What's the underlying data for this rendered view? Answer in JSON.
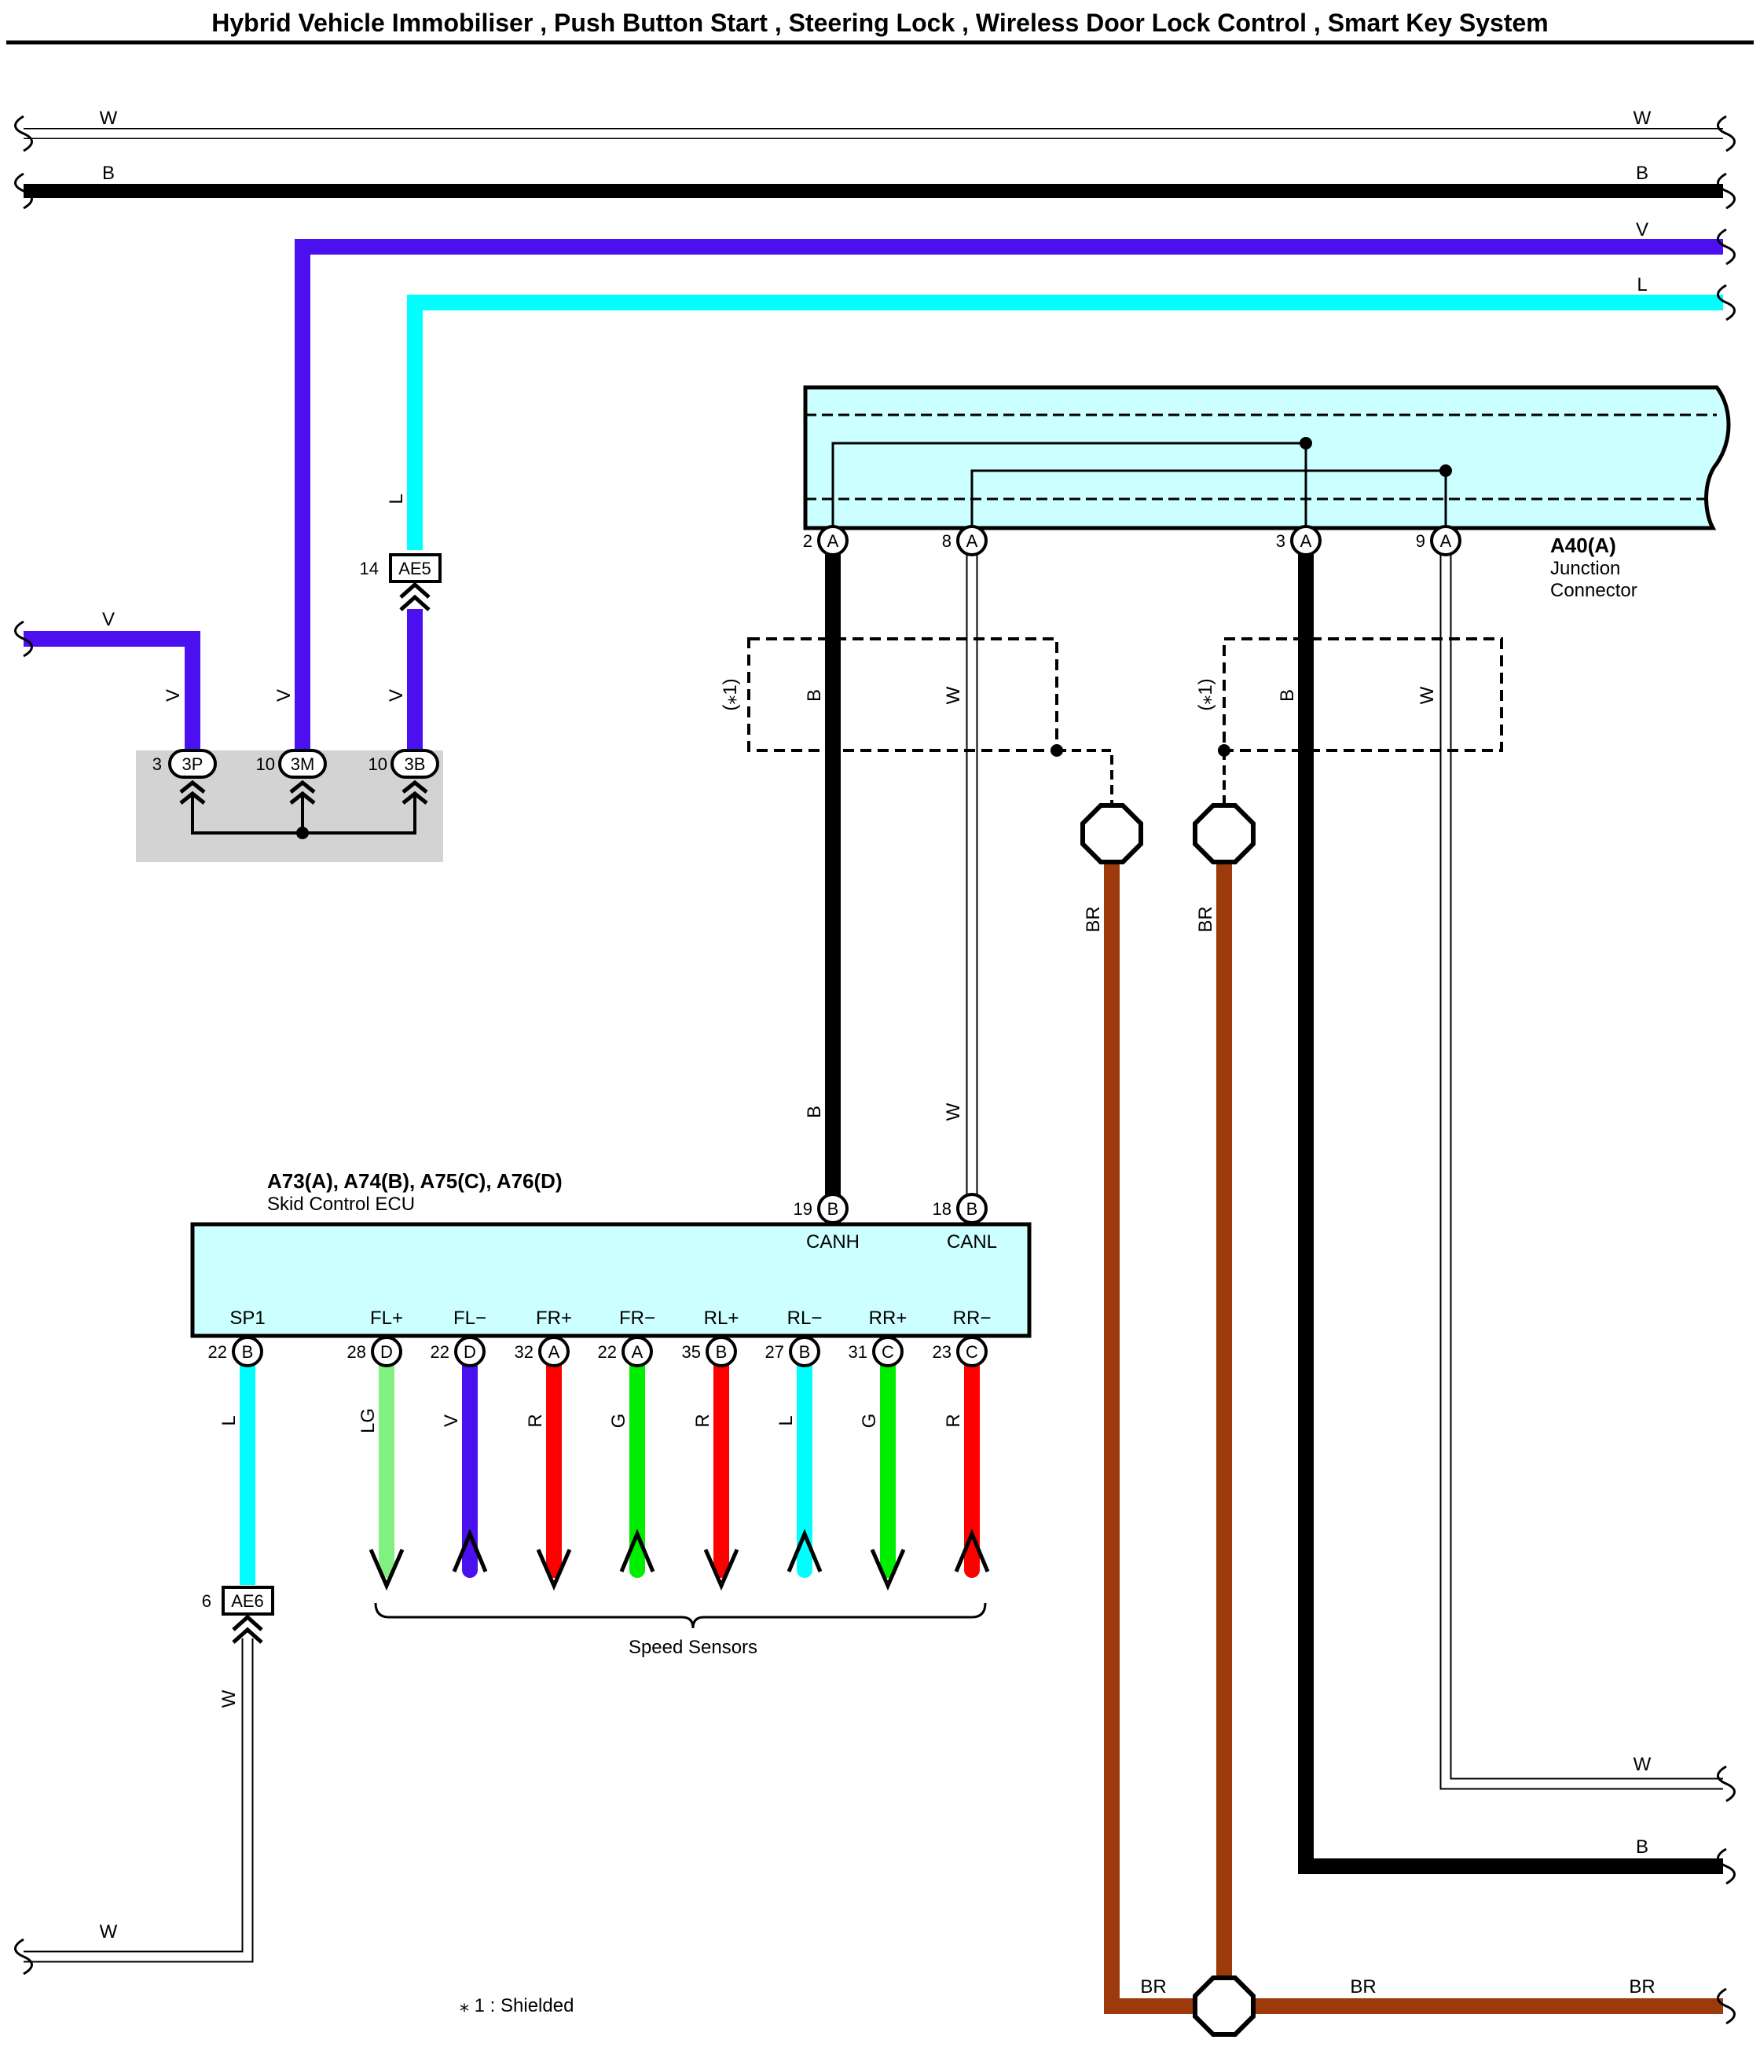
{
  "title": "Hybrid Vehicle Immobiliser , Push Button Start , Steering Lock , Wireless Door Lock Control , Smart Key System",
  "wire_colors": {
    "W": "#ffffff",
    "B": "#000000",
    "V": "#4a10f0",
    "L": "#00ffff",
    "BR": "#9c3a0c",
    "LG": "#80f080",
    "R": "#ff0000",
    "G": "#00ee00"
  },
  "wire_labels": {
    "w": "W",
    "b": "B",
    "v": "V",
    "l": "L",
    "br": "BR",
    "lg": "LG",
    "r": "R",
    "g": "G"
  },
  "connectors": {
    "ae5": {
      "id": "AE5",
      "pin": "14"
    },
    "ae6": {
      "id": "AE6",
      "pin": "6"
    },
    "p3p": {
      "id": "3P",
      "pin": "3"
    },
    "p3m": {
      "id": "3M",
      "pin": "10"
    },
    "p3b": {
      "id": "3B",
      "pin": "10"
    }
  },
  "junction": {
    "name": "A40(A)",
    "desc_line1": "Junction",
    "desc_line2": "Connector",
    "pins": [
      {
        "num": "2",
        "letter": "A"
      },
      {
        "num": "8",
        "letter": "A"
      },
      {
        "num": "3",
        "letter": "A"
      },
      {
        "num": "9",
        "letter": "A"
      }
    ]
  },
  "shield_label": "(⁎1)",
  "ecu": {
    "name": "A73(A), A74(B), A75(C), A76(D)",
    "desc": "Skid Control ECU",
    "can_pins": [
      {
        "num": "19",
        "letter": "B",
        "label": "CANH"
      },
      {
        "num": "18",
        "letter": "B",
        "label": "CANL"
      }
    ],
    "bottom_pins": [
      {
        "label": "SP1",
        "num": "22",
        "letter": "B"
      },
      {
        "label": "FL+",
        "num": "28",
        "letter": "D"
      },
      {
        "label": "FL−",
        "num": "22",
        "letter": "D"
      },
      {
        "label": "FR+",
        "num": "32",
        "letter": "A"
      },
      {
        "label": "FR−",
        "num": "22",
        "letter": "A"
      },
      {
        "label": "RL+",
        "num": "35",
        "letter": "B"
      },
      {
        "label": "RL−",
        "num": "27",
        "letter": "B"
      },
      {
        "label": "RR+",
        "num": "31",
        "letter": "C"
      },
      {
        "label": "RR−",
        "num": "23",
        "letter": "C"
      }
    ]
  },
  "speed_sensors_label": "Speed Sensors",
  "footnote": "⁎ 1 : Shielded"
}
